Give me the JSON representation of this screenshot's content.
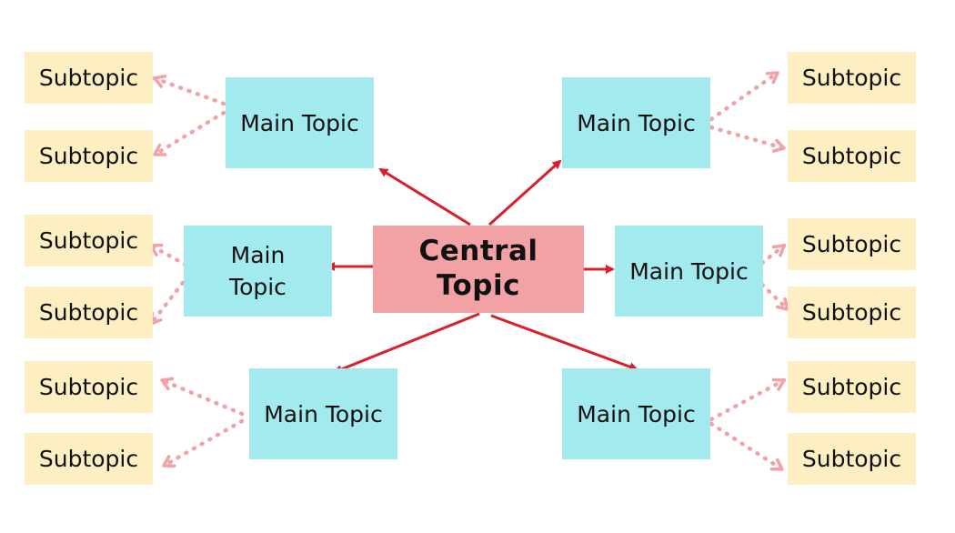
{
  "central": {
    "label": "Central\nTopic"
  },
  "main_topics": [
    {
      "label": "Main Topic"
    },
    {
      "label": "Main Topic"
    },
    {
      "label": "Main\nTopic"
    },
    {
      "label": "Main Topic"
    },
    {
      "label": "Main Topic"
    },
    {
      "label": "Main Topic"
    }
  ],
  "subtopics": [
    {
      "label": "Subtopic"
    },
    {
      "label": "Subtopic"
    },
    {
      "label": "Subtopic"
    },
    {
      "label": "Subtopic"
    },
    {
      "label": "Subtopic"
    },
    {
      "label": "Subtopic"
    },
    {
      "label": "Subtopic"
    },
    {
      "label": "Subtopic"
    },
    {
      "label": "Subtopic"
    },
    {
      "label": "Subtopic"
    },
    {
      "label": "Subtopic"
    },
    {
      "label": "Subtopic"
    }
  ],
  "colors": {
    "central_fill": "#f2a2a5",
    "main_fill": "#a2eaee",
    "sub_fill": "#fdefc2",
    "solid_arrow": "#d9202a",
    "dotted_arrow": "#f2a2a5"
  }
}
